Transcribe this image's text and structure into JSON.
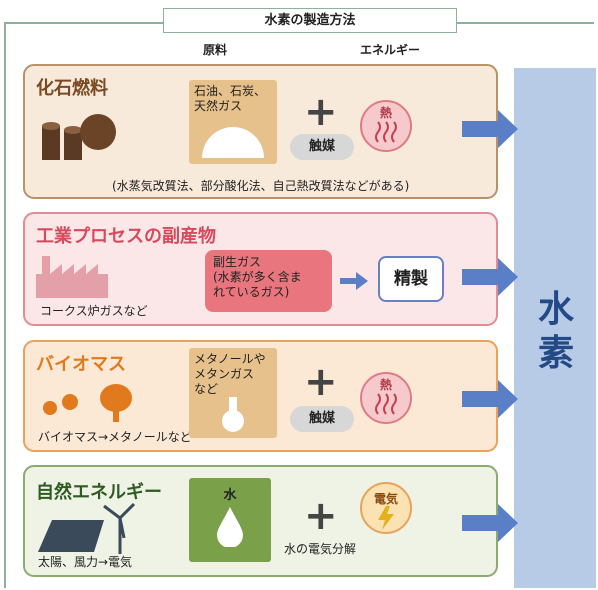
{
  "title": "水素の製造方法",
  "headers": {
    "raw": "原料",
    "energy": "エネルギー"
  },
  "hydrogen": [
    "水",
    "素"
  ],
  "panels": {
    "fossil": {
      "title": "化石燃料",
      "material": [
        "石油、石炭、",
        "天然ガス"
      ],
      "catalyst": "触媒",
      "heat": "熱",
      "note": "(水蒸気改質法、部分酸化法、自己熱改質法などがある)"
    },
    "industrial": {
      "title": "工業プロセスの副産物",
      "note": "コークス炉ガスなど",
      "gas": [
        "副生ガス",
        "(水素が多く含ま",
        "れているガス)"
      ],
      "refine": "精製"
    },
    "biomass": {
      "title": "バイオマス",
      "material": [
        "メタノールや",
        "メタンガス",
        "など"
      ],
      "catalyst": "触媒",
      "heat": "熱",
      "note": "バイオマス→メタノールなど"
    },
    "renewable": {
      "title": "自然エネルギー",
      "water": "水",
      "electricity": "電気",
      "electrolysis": "水の電気分解",
      "note": "太陽、風力→電気"
    }
  },
  "colors": {
    "arrow": "#5b7fc6",
    "hydrogen_bg": "#b7cbe6",
    "hydrogen_text": "#234a87"
  }
}
